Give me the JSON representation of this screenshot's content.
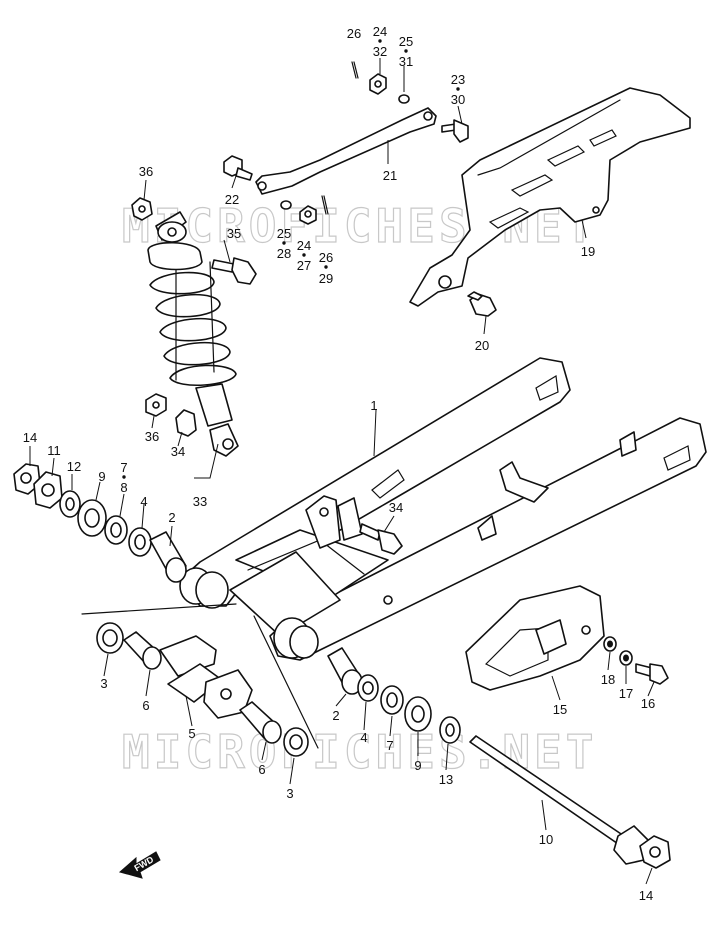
{
  "watermark": "MICROFICHES.NET",
  "fwd_label": "FWD",
  "callouts": [
    {
      "id": "c26a",
      "label": "26"
    },
    {
      "id": "c24a",
      "label": "24"
    },
    {
      "id": "c32",
      "label": "32"
    },
    {
      "id": "c25a",
      "label": "25"
    },
    {
      "id": "c31",
      "label": "31"
    },
    {
      "id": "c23",
      "label": "23"
    },
    {
      "id": "c30",
      "label": "30"
    },
    {
      "id": "c21",
      "label": "21"
    },
    {
      "id": "c36a",
      "label": "36"
    },
    {
      "id": "c22",
      "label": "22"
    },
    {
      "id": "c25b",
      "label": "25"
    },
    {
      "id": "c28",
      "label": "28"
    },
    {
      "id": "c24b",
      "label": "24"
    },
    {
      "id": "c27",
      "label": "27"
    },
    {
      "id": "c26b",
      "label": "26"
    },
    {
      "id": "c29",
      "label": "29"
    },
    {
      "id": "c35",
      "label": "35"
    },
    {
      "id": "c19",
      "label": "19"
    },
    {
      "id": "c20",
      "label": "20"
    },
    {
      "id": "c1",
      "label": "1"
    },
    {
      "id": "c36b",
      "label": "36"
    },
    {
      "id": "c34a",
      "label": "34"
    },
    {
      "id": "c33",
      "label": "33"
    },
    {
      "id": "c14a",
      "label": "14"
    },
    {
      "id": "c11",
      "label": "11"
    },
    {
      "id": "c12",
      "label": "12"
    },
    {
      "id": "c9a",
      "label": "9"
    },
    {
      "id": "c7a",
      "label": "7"
    },
    {
      "id": "c8",
      "label": "8"
    },
    {
      "id": "c4a",
      "label": "4"
    },
    {
      "id": "c2a",
      "label": "2"
    },
    {
      "id": "c34b",
      "label": "34"
    },
    {
      "id": "c3a",
      "label": "3"
    },
    {
      "id": "c6a",
      "label": "6"
    },
    {
      "id": "c5",
      "label": "5"
    },
    {
      "id": "c6b",
      "label": "6"
    },
    {
      "id": "c3b",
      "label": "3"
    },
    {
      "id": "c2b",
      "label": "2"
    },
    {
      "id": "c4b",
      "label": "4"
    },
    {
      "id": "c7b",
      "label": "7"
    },
    {
      "id": "c9b",
      "label": "9"
    },
    {
      "id": "c13",
      "label": "13"
    },
    {
      "id": "c15",
      "label": "15"
    },
    {
      "id": "c18",
      "label": "18"
    },
    {
      "id": "c17",
      "label": "17"
    },
    {
      "id": "c16",
      "label": "16"
    },
    {
      "id": "c10",
      "label": "10"
    },
    {
      "id": "c14b",
      "label": "14"
    }
  ]
}
